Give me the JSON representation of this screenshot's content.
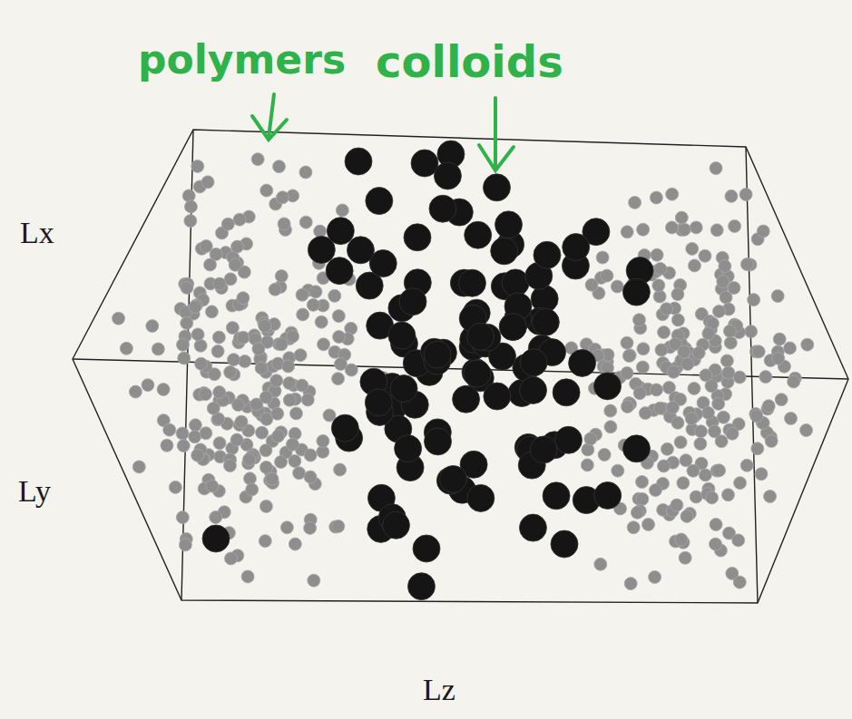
{
  "diagram": {
    "labels": [
      "polymers",
      "colloids",
      "Lx",
      "Ly",
      "Lz"
    ]
  }
}
